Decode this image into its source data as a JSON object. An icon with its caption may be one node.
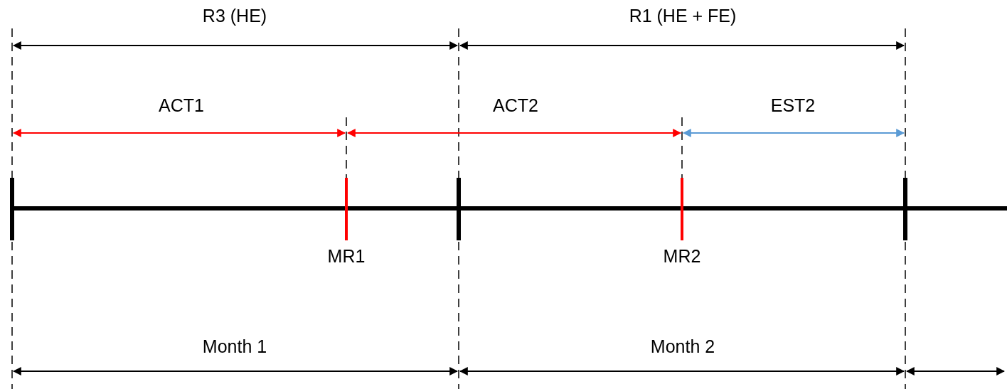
{
  "diagram": {
    "labels": [
      "R3 (HE)",
      "R1 (HE + FE)",
      "ACT1",
      "ACT2",
      "EST2",
      "MR1",
      "MR2",
      "Month 1",
      "Month 2"
    ]
  }
}
